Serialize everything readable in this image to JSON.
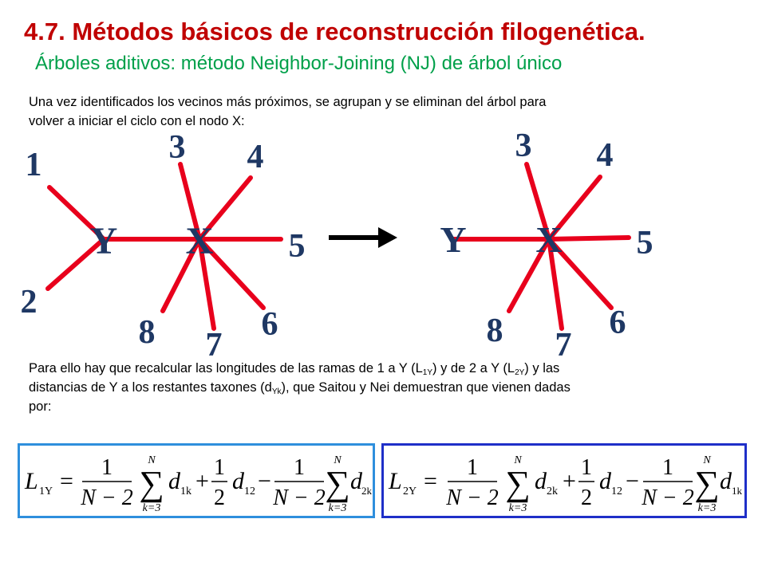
{
  "title": "4.7. Métodos básicos de reconstrucción filogenética.",
  "subtitle": "Árboles aditivos: método Neighbor-Joining (NJ) de árbol único",
  "intro": {
    "line1": "Una vez identificados los vecinos más próximos, se agrupan y se eliminan del árbol para",
    "line2": "volver a iniciar el ciclo con el nodo X:"
  },
  "left_tree": {
    "nodes": {
      "y": "Y",
      "x": "X"
    },
    "leaves": {
      "l1": "1",
      "l2": "2",
      "l3": "3",
      "l4": "4",
      "l5": "5",
      "l6": "6",
      "l7": "7",
      "l8": "8"
    }
  },
  "right_tree": {
    "nodes": {
      "y": "Y",
      "x": "X"
    },
    "leaves": {
      "l3": "3",
      "l4": "4",
      "l5": "5",
      "l6": "6",
      "l7": "7",
      "l8": "8"
    }
  },
  "explanation": {
    "t1": "Para ello hay que recalcular las longitudes de las ramas de 1 a Y (L",
    "s1": "1Y",
    "t2": ") y de 2 a Y (L",
    "s2": "2Y",
    "t3": ") y las",
    "t4": "distancias de Y a los restantes taxones (d",
    "s3": "Yk",
    "t5": "), que Saitou y Nei demuestran que vienen dadas",
    "t6": "por:"
  },
  "formula1": {
    "lhs": "L",
    "lhs_sub": "1Y",
    "eq": "=",
    "one": "1",
    "den": "N − 2",
    "sum_top": "N",
    "sum_bot": "k=3",
    "d_a": "d",
    "d_a_sub": "1k",
    "plus": "+",
    "half_num": "1",
    "half_den": "2",
    "d12": "d",
    "d12_sub": "12",
    "minus": "−",
    "d_b": "d",
    "d_b_sub": "2k"
  },
  "formula2": {
    "lhs": "L",
    "lhs_sub": "2Y",
    "eq": "=",
    "one": "1",
    "den": "N − 2",
    "sum_top": "N",
    "sum_bot": "k=3",
    "d_a": "d",
    "d_a_sub": "2k",
    "plus": "+",
    "half_num": "1",
    "half_den": "2",
    "d12": "d",
    "d12_sub": "12",
    "minus": "−",
    "d_b": "d",
    "d_b_sub": "1k"
  },
  "colors": {
    "title": "#c00000",
    "subtitle": "#00a04a",
    "edge": "#e8001c",
    "label": "#1f3864",
    "box1": "#2e8fdd",
    "box2": "#1f2fc8"
  }
}
